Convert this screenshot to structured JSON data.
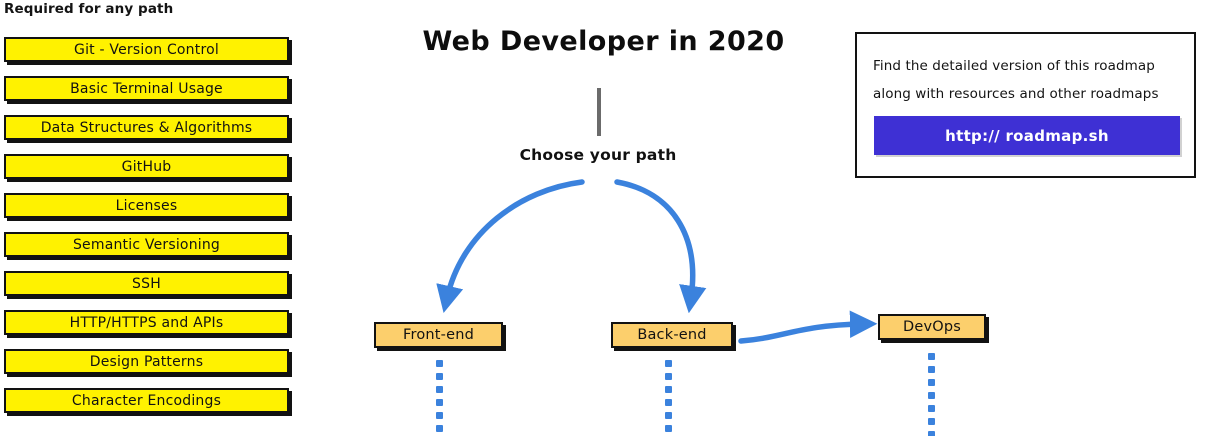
{
  "left_column": {
    "heading": "Required for any path",
    "items": [
      {
        "label": "Git - Version Control"
      },
      {
        "label": "Basic Terminal Usage"
      },
      {
        "label": "Data Structures & Algorithms"
      },
      {
        "label": "GitHub"
      },
      {
        "label": "Licenses"
      },
      {
        "label": "Semantic Versioning"
      },
      {
        "label": "SSH"
      },
      {
        "label": "HTTP/HTTPS and APIs"
      },
      {
        "label": "Design Patterns"
      },
      {
        "label": "Character Encodings"
      }
    ]
  },
  "center": {
    "title": "Web Developer in 2020",
    "choose_path_label": "Choose your path",
    "nodes": [
      {
        "label": "Front-end"
      },
      {
        "label": "Back-end"
      },
      {
        "label": "DevOps"
      }
    ]
  },
  "info_panel": {
    "line_1": "Find the detailed version of this roadmap",
    "line_2": "along with resources and other roadmaps",
    "button_label": "http:// roadmap.sh"
  },
  "colors": {
    "required_box_fill": "#FFF200",
    "path_node_fill": "#FCCF6C",
    "arrow_blue": "#3b82dd",
    "button_purple": "#3E30D4",
    "outline_black": "#121212",
    "stem_gray": "#6b6b6b"
  }
}
